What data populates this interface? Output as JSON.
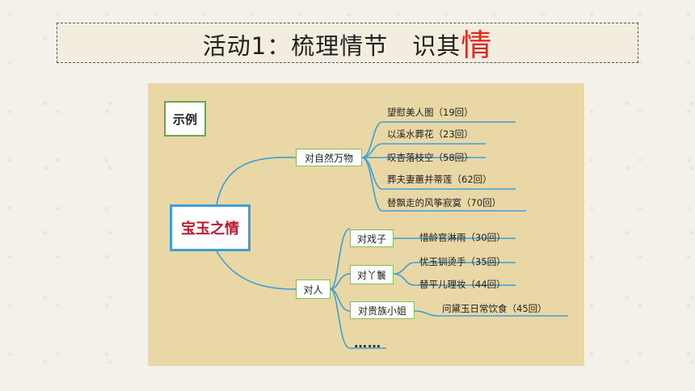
{
  "title": {
    "main": "活动1：梳理情节　识其",
    "accent": "情"
  },
  "diagram": {
    "example_label": "示例",
    "root": "宝玉之情",
    "branches": [
      {
        "label": "对自然万物",
        "leaves": [
          "望慰美人图（19回）",
          "以溪水葬花（23回）",
          "叹杏落枝空（58回）",
          "葬夫妻蕙并蒂莲（62回）",
          "替飘走的风筝寂寞（70回）"
        ]
      },
      {
        "label": "对人",
        "groups": [
          {
            "label": "对戏子",
            "leaves": [
              "惜龄官淋雨（30回）"
            ]
          },
          {
            "label": "对丫鬟",
            "leaves": [
              "忧玉钏烫手（35回）",
              "替平儿理妆（44回）"
            ]
          },
          {
            "label": "对贵族小姐",
            "leaves": [
              "问黛玉日常饮食（45回）"
            ]
          }
        ],
        "more": "……"
      }
    ]
  },
  "colors": {
    "accent": "#e1261c",
    "line": "#3d9fd6",
    "node_border": "#7fbf5a",
    "root_text": "#c0182f",
    "panel": "#e9d7a6"
  }
}
